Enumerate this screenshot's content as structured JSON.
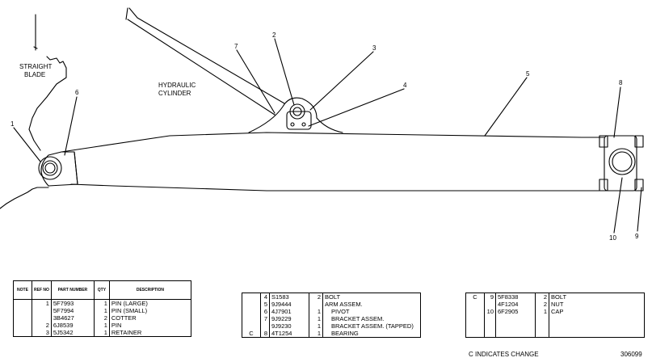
{
  "labels": {
    "straight": "STRAIGHT",
    "blade": "BLADE",
    "hydraulic": "HYDRAULIC",
    "cylinder": "CYLINDER"
  },
  "callouts": [
    "1",
    "2",
    "3",
    "4",
    "5",
    "6",
    "7",
    "8",
    "9",
    "10"
  ],
  "table1": {
    "headers": [
      "NOTE",
      "REF NO",
      "PART NUMBER",
      "QTY",
      "DESCRIPTION"
    ],
    "rows": [
      {
        "note": "",
        "ref": "1",
        "part": "5F7993",
        "qty": "1",
        "desc": "PIN (LARGE)"
      },
      {
        "note": "",
        "ref": "",
        "part": "5F7994",
        "qty": "1",
        "desc": "PIN (SMALL)"
      },
      {
        "note": "",
        "ref": "",
        "part": "3B4627",
        "qty": "2",
        "desc": "COTTER"
      },
      {
        "note": "",
        "ref": "2",
        "part": "6J8539",
        "qty": "1",
        "desc": "PIN"
      },
      {
        "note": "",
        "ref": "3",
        "part": "5J5342",
        "qty": "1",
        "desc": "RETAINER"
      }
    ]
  },
  "table2": {
    "rows": [
      {
        "note": "",
        "ref": "4",
        "part": "S1583",
        "qty": "2",
        "desc": "BOLT"
      },
      {
        "note": "",
        "ref": "5",
        "part": "9J9444",
        "qty": "",
        "desc": "ARM ASSEM."
      },
      {
        "note": "",
        "ref": "6",
        "part": "4J7901",
        "qty": "1",
        "desc": "PIVOT"
      },
      {
        "note": "",
        "ref": "7",
        "part": "9J9229",
        "qty": "1",
        "desc": "BRACKET ASSEM."
      },
      {
        "note": "",
        "ref": "",
        "part": "9J9230",
        "qty": "1",
        "desc": "BRACKET ASSEM. (TAPPED)"
      },
      {
        "note": "C",
        "ref": "8",
        "part": "4T1254",
        "qty": "1",
        "desc": "BEARING"
      }
    ]
  },
  "table3": {
    "rows": [
      {
        "note": "C",
        "ref": "9",
        "part": "5F8338",
        "qty": "2",
        "desc": "BOLT"
      },
      {
        "note": "",
        "ref": "",
        "part": "4F1204",
        "qty": "2",
        "desc": "NUT"
      },
      {
        "note": "",
        "ref": "10",
        "part": "6F2905",
        "qty": "1",
        "desc": "CAP"
      }
    ]
  },
  "footnote": "C  INDICATES CHANGE",
  "drawing_number": "306099"
}
